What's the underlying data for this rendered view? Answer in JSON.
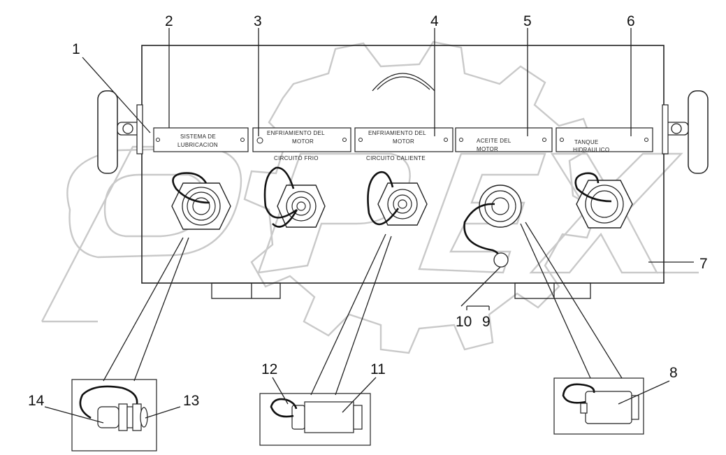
{
  "callouts": {
    "n1": "1",
    "n2": "2",
    "n3": "3",
    "n4": "4",
    "n5": "5",
    "n6": "6",
    "n7": "7",
    "n8": "8",
    "n9": "9",
    "n10": "10",
    "n11": "11",
    "n12": "12",
    "n13": "13",
    "n14": "14"
  },
  "plates": [
    {
      "line1": "SISTEMA DE",
      "line2": "LUBRICACION"
    },
    {
      "line1": "ENFRIAMIENTO DEL",
      "line2": "MOTOR"
    },
    {
      "line1": "ENFRIAMIENTO DEL",
      "line2": "MOTOR"
    },
    {
      "line1": "ACEITE DEL",
      "line2": "MOTOR"
    },
    {
      "line1": "TANQUE",
      "line2": "HIDRAULICO"
    }
  ],
  "circuits": {
    "cold": "CIRCUITO FRIO",
    "hot": "CIRCUITO CALIENTE"
  },
  "watermark": {
    "text": "OPEX",
    "color": "#c9c9c9"
  },
  "colors": {
    "stroke": "#222222",
    "background": "#ffffff"
  }
}
